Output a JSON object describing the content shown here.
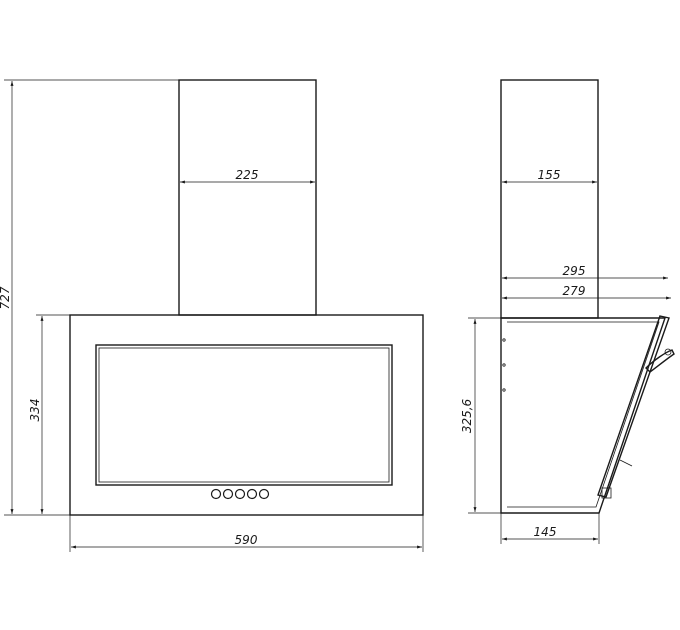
{
  "front_view": {
    "chimney_width": "225",
    "total_height": "727",
    "body_height": "334",
    "body_width": "590",
    "control_buttons": 5
  },
  "side_view": {
    "chimney_depth": "155",
    "top_depth_outer": "295",
    "top_depth_inner": "279",
    "body_height": "325,6",
    "bottom_depth": "145"
  }
}
